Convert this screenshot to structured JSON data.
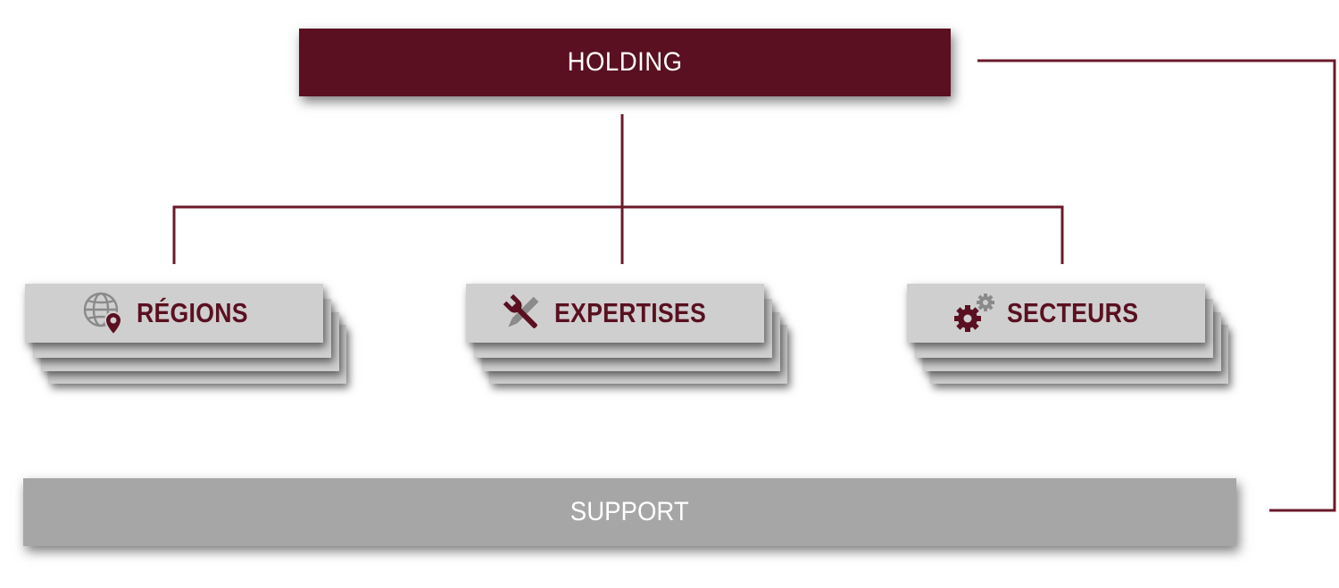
{
  "diagram": {
    "top": {
      "label": "HOLDING"
    },
    "branches": [
      {
        "label": "RÉGIONS",
        "icon": "globe-location-icon"
      },
      {
        "label": "EXPERTISES",
        "icon": "wrench-pencil-icon"
      },
      {
        "label": "SECTEURS",
        "icon": "gears-icon"
      }
    ],
    "bottom": {
      "label": "SUPPORT"
    }
  },
  "colors": {
    "primary": "#5a1020",
    "connector": "#6b1a2a",
    "card": "#d0d0d0",
    "support": "#a6a6a6",
    "icon_gray": "#8a8a8a"
  }
}
